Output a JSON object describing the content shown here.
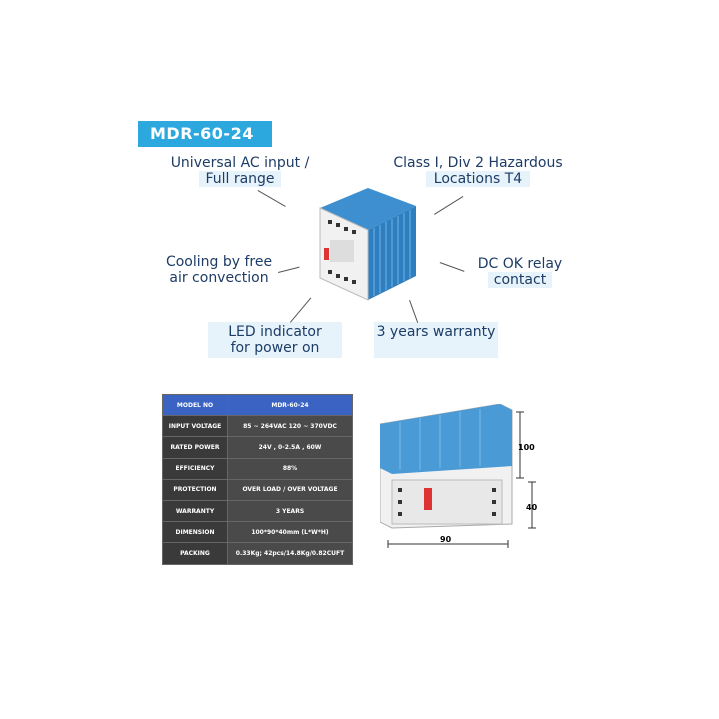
{
  "title": "MDR-60-24",
  "features": {
    "universal_ac": [
      "Universal AC input /",
      "Full range"
    ],
    "class1": [
      "Class I, Div 2 Hazardous",
      "Locations T4"
    ],
    "cooling": [
      "Cooling by free",
      "air convection"
    ],
    "dc_ok": [
      "DC OK relay",
      "contact"
    ],
    "led": [
      "LED indicator",
      "for power on"
    ],
    "warranty": "3 years warranty"
  },
  "spec_table": {
    "rows": [
      {
        "key": "MODEL NO",
        "value": "MDR-60-24"
      },
      {
        "key": "INPUT VOLTAGE",
        "value": "85 ~ 264VAC 120 ~ 370VDC"
      },
      {
        "key": "RATED POWER",
        "value": "24V , 0-2.5A , 60W"
      },
      {
        "key": "EFFICIENCY",
        "value": "88%"
      },
      {
        "key": "PROTECTION",
        "value": "OVER LOAD / OVER VOLTAGE"
      },
      {
        "key": "WARRANTY",
        "value": "3 YEARS"
      },
      {
        "key": "DIMENSION",
        "value": "100*90*40mm (L*W*H)"
      },
      {
        "key": "PACKING",
        "value": "0.33Kg; 42pcs/14.8Kg/0.82CUFT"
      }
    ]
  },
  "dimensions": {
    "height": "100",
    "depth": "40",
    "width": "90"
  },
  "colors": {
    "accent": "#2da8df",
    "text": "#1d3c66",
    "table_header": "#3a63c4",
    "table_row": "#3a3a3a"
  }
}
